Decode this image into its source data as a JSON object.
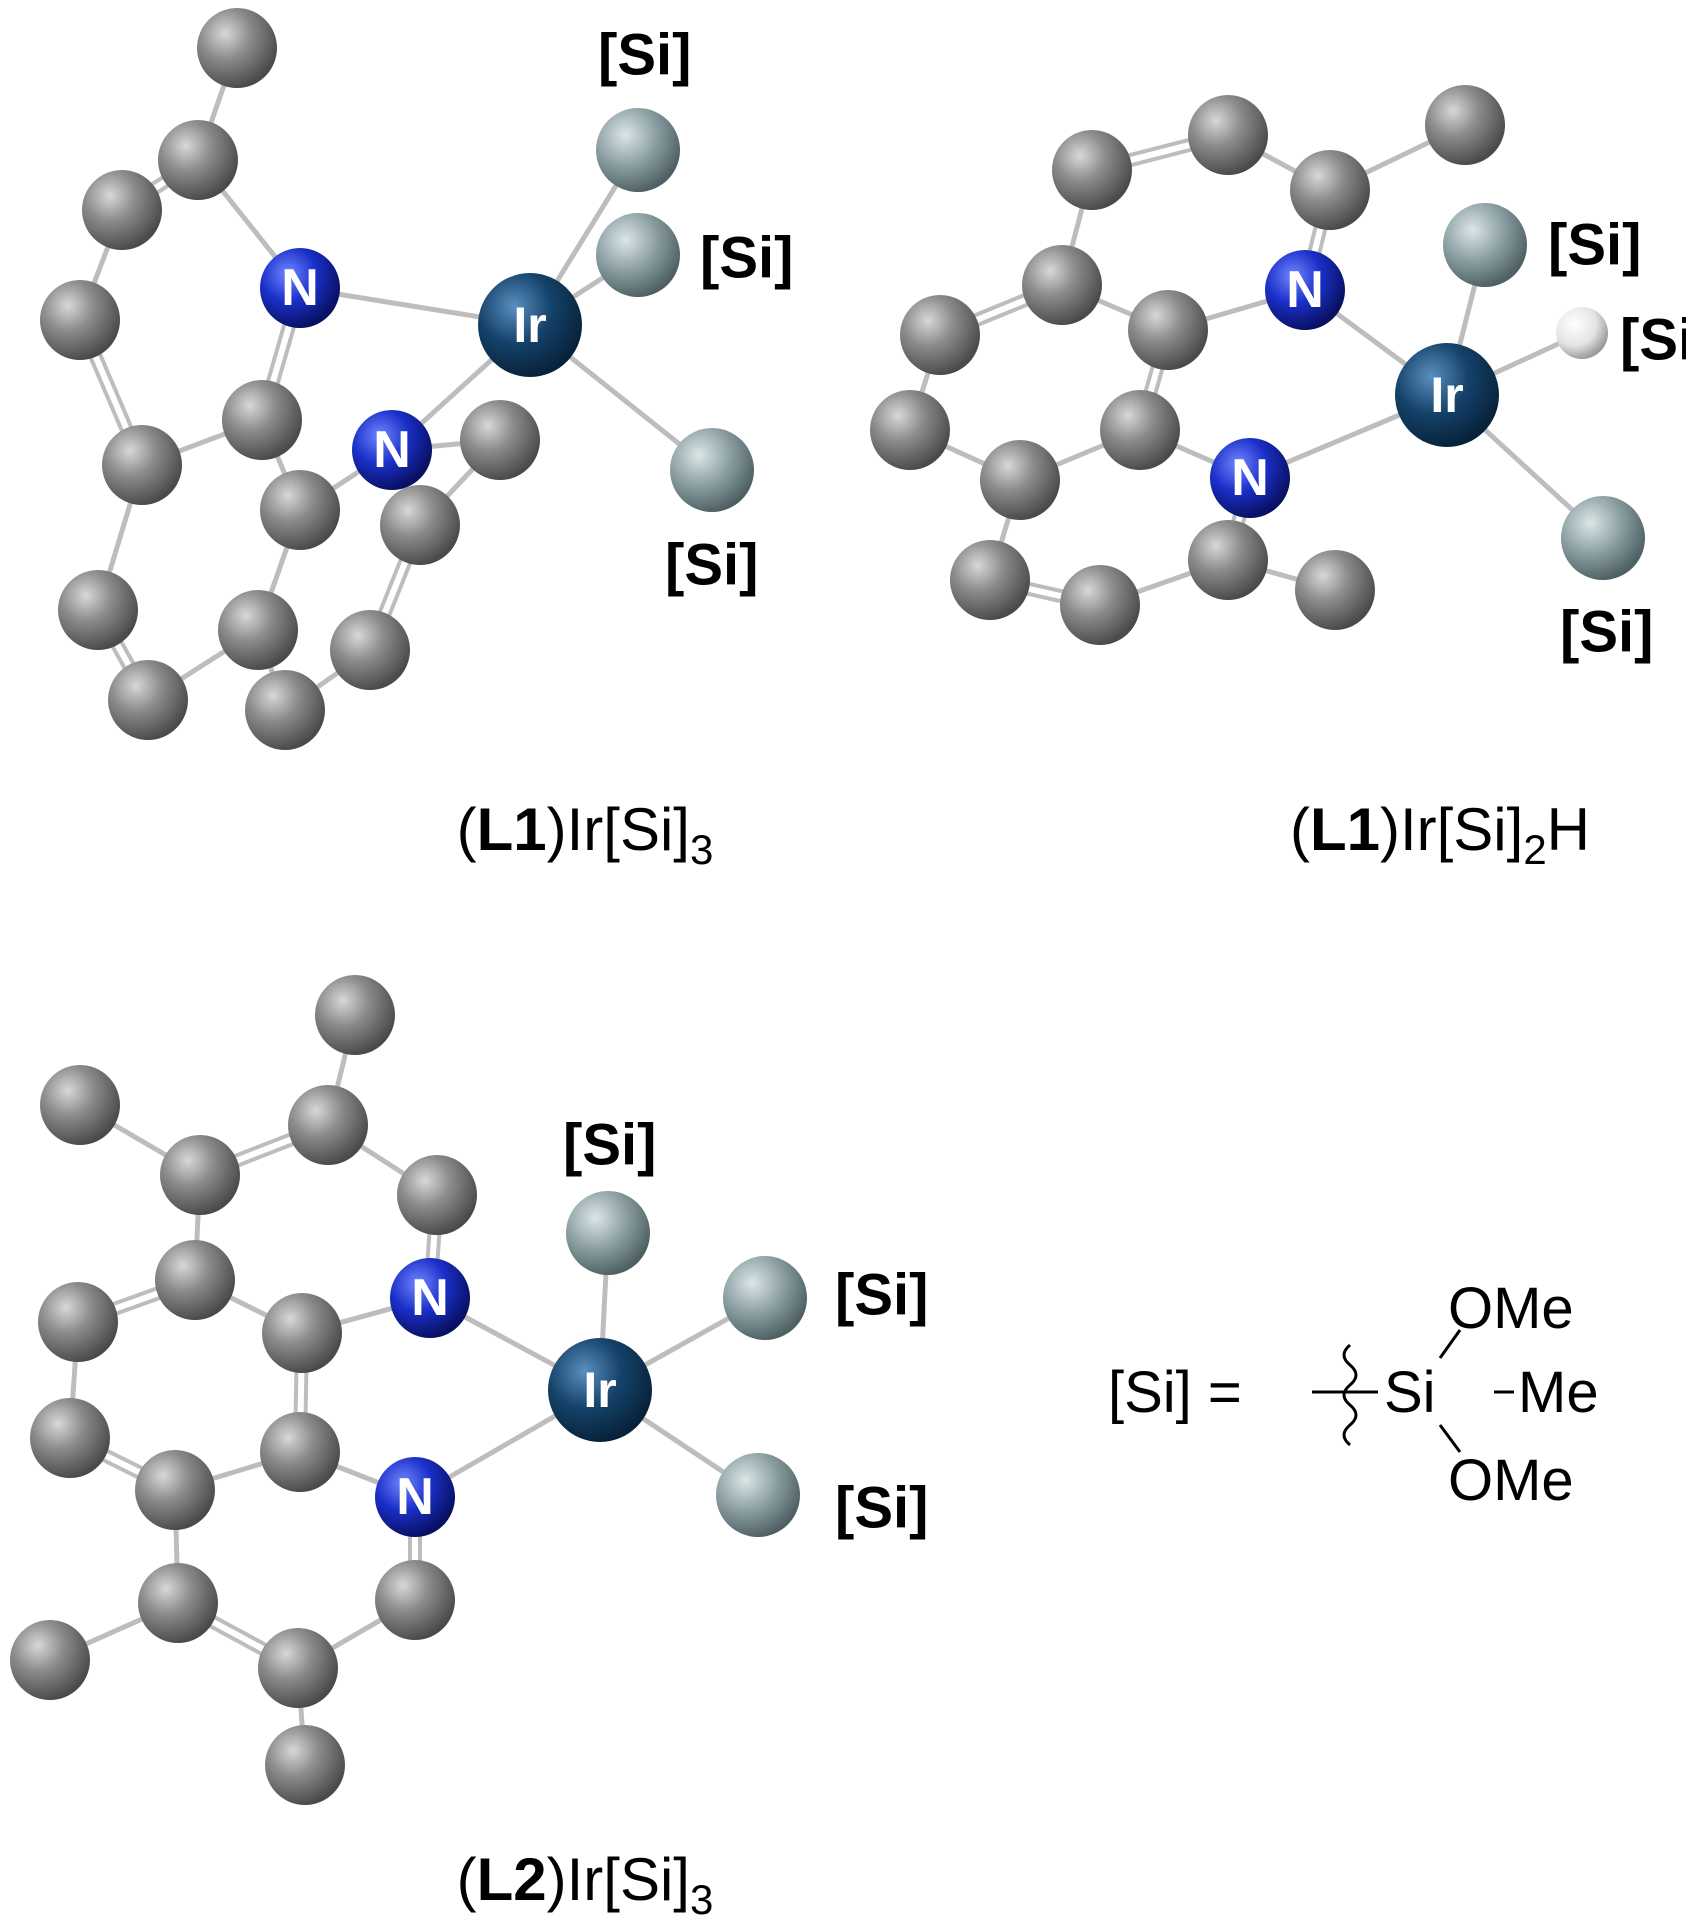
{
  "atom_labels": {
    "nitrogen": "N",
    "iridium": "Ir",
    "hydrogen": "H",
    "silyl": "[Si]"
  },
  "captions": {
    "complex1": {
      "open": "(",
      "ligand": "L1",
      "close": ")",
      "rest": "Ir[Si]",
      "sub": "3",
      "tail": ""
    },
    "complex2": {
      "open": "(",
      "ligand": "L1",
      "close": ")",
      "rest": "Ir[Si]",
      "sub": "2",
      "tail": "H"
    },
    "complex3": {
      "open": "(",
      "ligand": "L2",
      "close": ")",
      "rest": "Ir[Si]",
      "sub": "3",
      "tail": ""
    }
  },
  "legend": {
    "lhs": "[Si] =",
    "si": "Si",
    "top": "OMe",
    "right": "Me",
    "bottom": "OMe"
  },
  "colors": {
    "carbon": "#8a8a8a",
    "nitrogen": "#1a2fc8",
    "iridium": "#15436b",
    "silicon": "#8fa3a6",
    "hydrogen": "#e4e4e4",
    "bond": "#bdbdbd"
  }
}
